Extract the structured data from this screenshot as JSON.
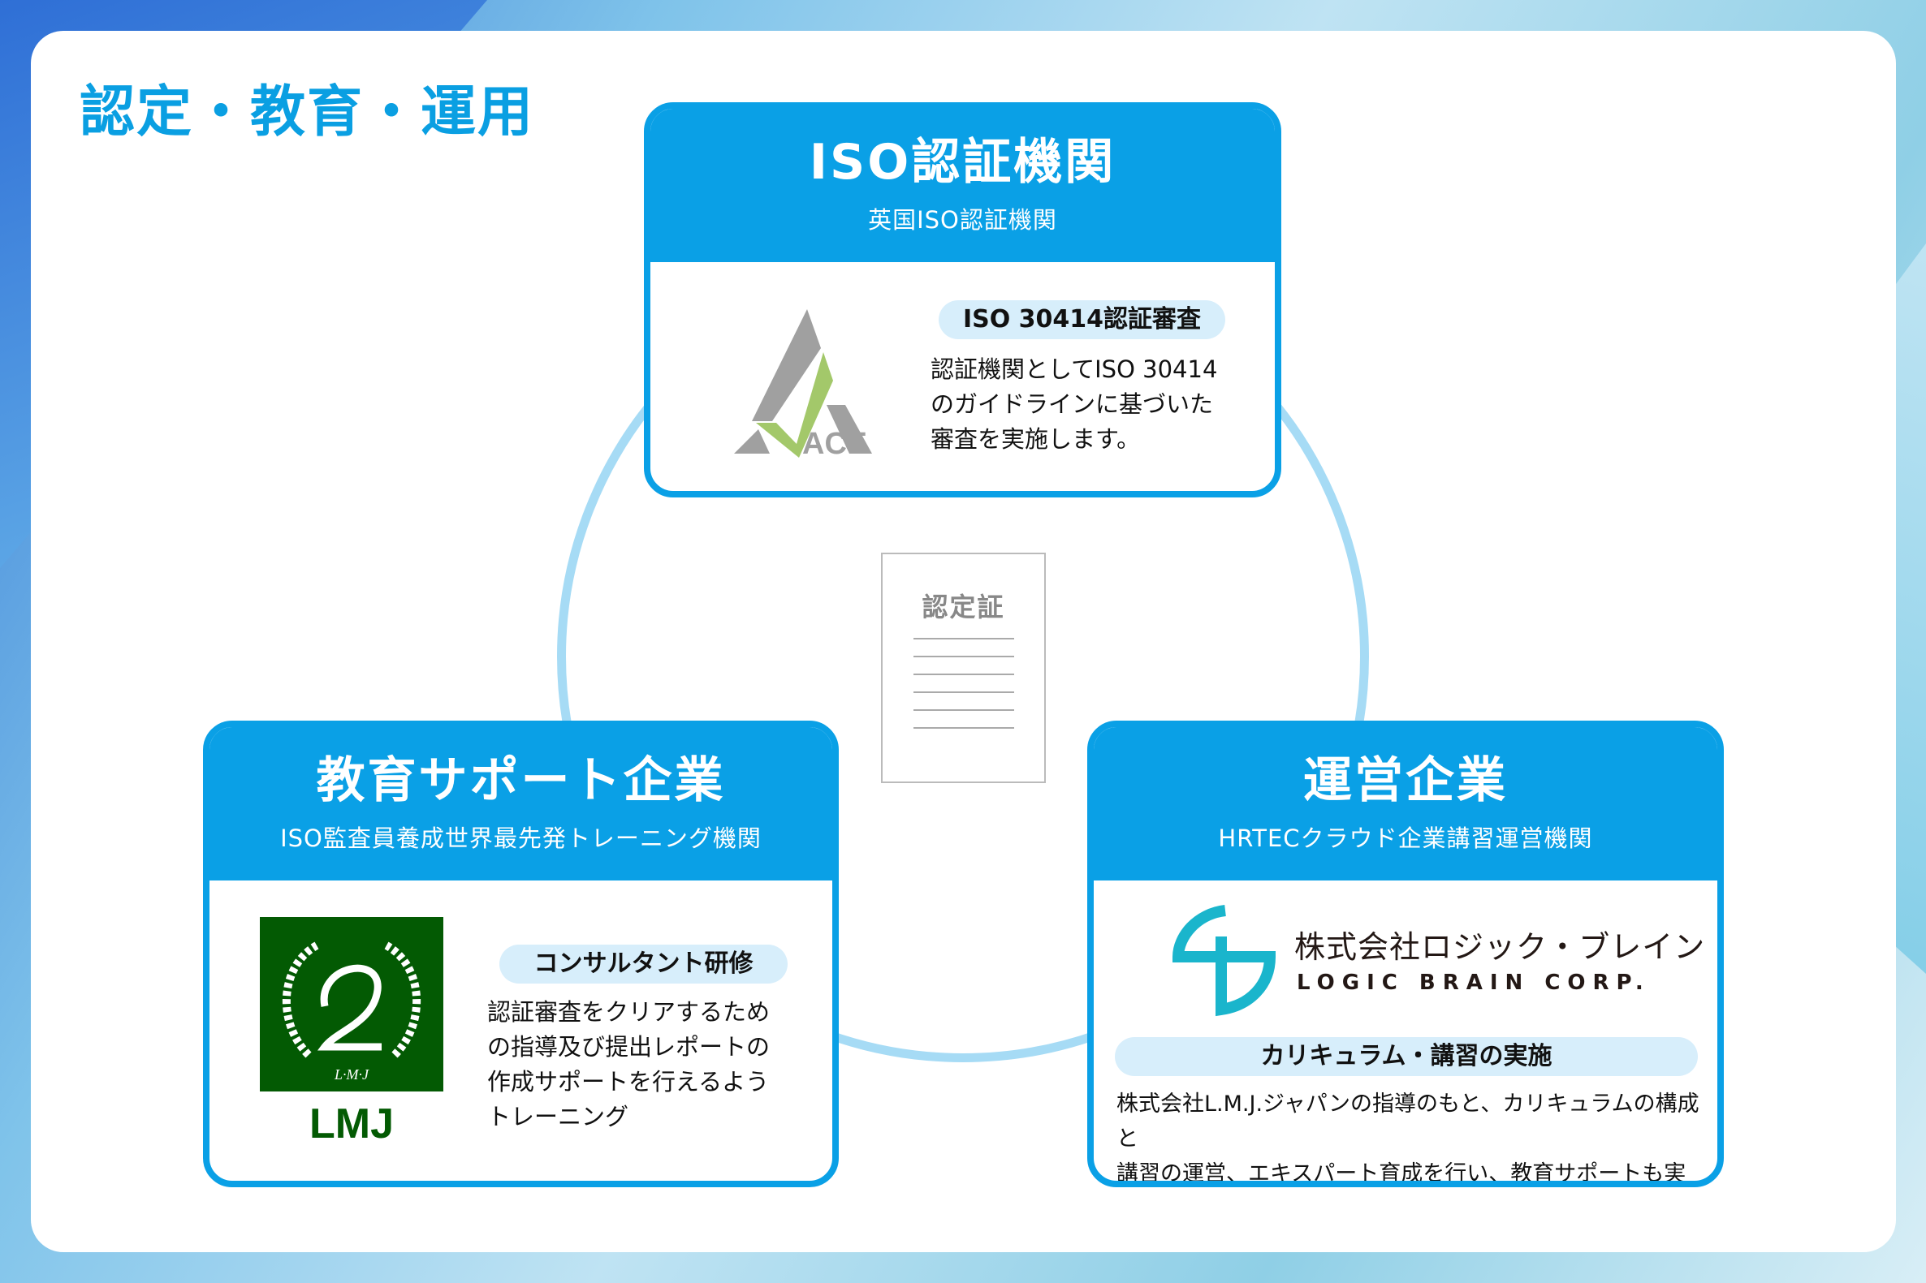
{
  "page_title": "認定・教育・運用",
  "center_document": {
    "label": "認定証"
  },
  "cards": [
    {
      "title": "ISO認証機関",
      "subtitle": "英国ISO認証機関",
      "badge": "ISO 30414認証審査",
      "body": [
        "認証機関としてISO 30414",
        "のガイドラインに基づいた",
        "審査を実施します。"
      ],
      "logo": {
        "text": "ACT",
        "colors": {
          "gray": "#a0a0a0",
          "green": "#a3c86a"
        }
      }
    },
    {
      "title": "教育サポート企業",
      "subtitle": "ISO監査員養成世界最先発トレーニング機関",
      "badge": "コンサルタント研修",
      "body": [
        "認証審査をクリアするため",
        "の指導及び提出レポートの",
        "作成サポートを行えるよう",
        "トレーニング"
      ],
      "logo": {
        "text": "LMJ",
        "emblem_text": "L·M·J",
        "colors": {
          "green": "#035a03"
        }
      }
    },
    {
      "title": "運営企業",
      "subtitle": "HRTECクラウド企業講習運営機関",
      "badge": "カリキュラム・講習の実施",
      "body": [
        "株式会社L.M.J.ジャパンの指導のもと、カリキュラムの構成と",
        "講習の運営、エキスパート育成を行い、教育サポートも実施。"
      ],
      "logo": {
        "name_ja": "株式会社ロジック・ブレイン",
        "name_en": "LOGIC BRAIN CORP.",
        "colors": {
          "teal": "#1ab5cc"
        }
      }
    }
  ],
  "colors": {
    "accent": "#0aa0e6",
    "ring": "#a6dbf5",
    "badge_bg": "#d7eefb"
  }
}
